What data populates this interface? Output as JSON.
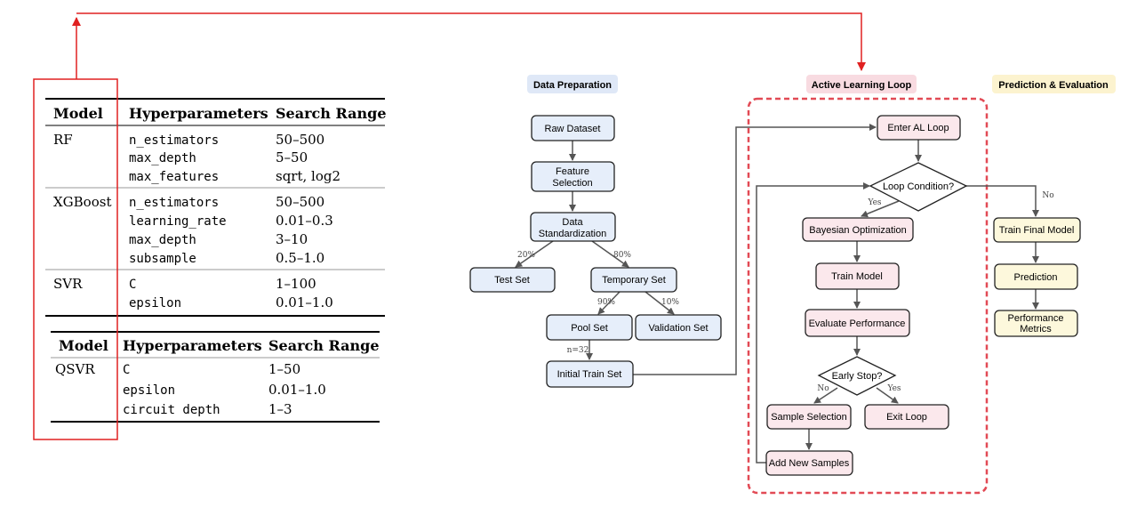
{
  "table1": {
    "headers": [
      "Model",
      "Hyperparameters",
      "Search Range"
    ],
    "groups": [
      {
        "model": "RF",
        "rows": [
          {
            "param": "n_estimators",
            "range": "50–500"
          },
          {
            "param": "max_depth",
            "range": "5–50"
          },
          {
            "param": "max_features",
            "range": "sqrt, log2"
          }
        ]
      },
      {
        "model": "XGBoost",
        "rows": [
          {
            "param": "n_estimators",
            "range": "50–500"
          },
          {
            "param": "learning_rate",
            "range": "0.01–0.3"
          },
          {
            "param": "max_depth",
            "range": "3–10"
          },
          {
            "param": "subsample",
            "range": "0.5–1.0"
          }
        ]
      },
      {
        "model": "SVR",
        "rows": [
          {
            "param": "C",
            "range": "1–100"
          },
          {
            "param": "epsilon",
            "range": "0.01–1.0"
          }
        ]
      }
    ]
  },
  "table2": {
    "headers": [
      "Model",
      "Hyperparameters",
      "Search Range"
    ],
    "groups": [
      {
        "model": "QSVR",
        "rows": [
          {
            "param": "C",
            "range": "1–50"
          },
          {
            "param": "epsilon",
            "range": "0.01–1.0"
          },
          {
            "param": "circuit depth",
            "range": "1–3"
          }
        ]
      }
    ]
  },
  "sections": {
    "data_prep": "Data Preparation",
    "al_loop": "Active Learning Loop",
    "pred_eval": "Prediction & Evaluation"
  },
  "nodes": {
    "raw_dataset": "Raw Dataset",
    "feature_selection": [
      "Feature",
      "Selection"
    ],
    "data_standardization": [
      "Data",
      "Standardization"
    ],
    "test_set": "Test Set",
    "temporary_set": "Temporary Set",
    "pool_set": "Pool Set",
    "validation_set": "Validation Set",
    "initial_train_set": "Initial Train Set",
    "enter_al_loop": "Enter AL Loop",
    "loop_condition": "Loop Condition?",
    "bayesian_optimization": "Bayesian Optimization",
    "train_model": "Train Model",
    "evaluate_performance": "Evaluate Performance",
    "early_stop": "Early Stop?",
    "sample_selection": "Sample Selection",
    "exit_loop": "Exit Loop",
    "add_new_samples": "Add New Samples",
    "train_final_model": "Train Final Model",
    "prediction": "Prediction",
    "performance_metrics": [
      "Performance",
      "Metrics"
    ]
  },
  "edge_labels": {
    "pct20": "20%",
    "pct80": "80%",
    "pct90": "90%",
    "pct10": "10%",
    "n32": "n=32",
    "yes_loop": "Yes",
    "no_loop": "No",
    "no_early": "No",
    "yes_early": "Yes"
  },
  "colors": {
    "blue_fill": "#e6eefa",
    "pink_fill": "#fbe8ec",
    "yellow_fill": "#fdf8dc",
    "blue_badge": "#dfe8f7",
    "pink_badge": "#f8dbe1",
    "yellow_badge": "#fcf3cf",
    "red": "#e02020",
    "dashed_red": "#e24a55",
    "edge": "#555555"
  }
}
